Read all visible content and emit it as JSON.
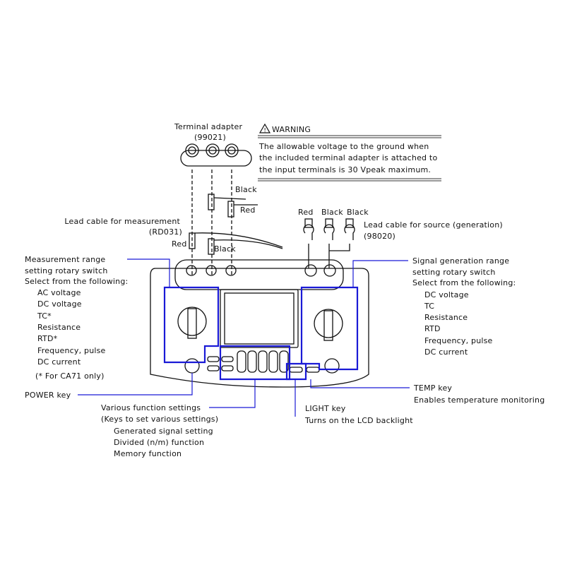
{
  "adapter": {
    "title": "Terminal adapter",
    "model": "(99021)",
    "black": "Black",
    "red": "Red"
  },
  "warning": {
    "heading": "WARNING",
    "lines": [
      "The allowable voltage to the ground when",
      "the included terminal adapter is attached to",
      "the input terminals is 30 Vpeak maximum."
    ]
  },
  "measure_cable": {
    "title": "Lead cable for measurement",
    "model": "(RD031)",
    "red": "Red",
    "black": "Black"
  },
  "source_cable": {
    "labels": [
      "Red",
      "Black",
      "Black"
    ],
    "title": "Lead cable for source (generation)",
    "model": "(98020)"
  },
  "measure_switch": {
    "lines": [
      "Measurement range",
      "setting rotary switch",
      "Select from the following:"
    ],
    "items": [
      "AC voltage",
      "DC voltage",
      "TC*",
      "Resistance",
      "RTD*",
      "Frequency, pulse",
      "DC current"
    ],
    "note": "(* For CA71 only)"
  },
  "power_key": "POWER key",
  "source_switch": {
    "lines": [
      "Signal generation range",
      "setting rotary switch",
      "Select from the following:"
    ],
    "items": [
      "DC voltage",
      "TC",
      "Resistance",
      "RTD",
      "Frequency, pulse",
      "DC current"
    ]
  },
  "temp_key": {
    "title": "TEMP key",
    "desc": "Enables temperature monitoring"
  },
  "light_key": {
    "title": "LIGHT key",
    "desc": "Turns on the LCD backlight"
  },
  "function_keys": {
    "title": "Various function settings",
    "sub": "(Keys to set various settings)",
    "items": [
      "Generated signal setting",
      "Divided (n/m) function",
      "Memory function"
    ]
  },
  "colors": {
    "callout": "#1a1ad6",
    "ink": "#111111"
  }
}
